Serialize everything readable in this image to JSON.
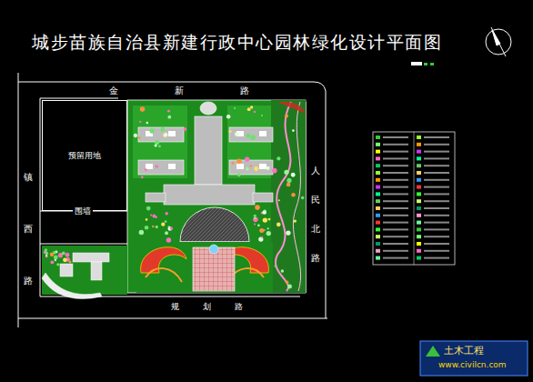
{
  "diagram": {
    "title": "城步苗族自治县新建行政中心园林绿化设计平面图",
    "nodes": [
      {
        "text": [
          "预留用地"
        ]
      }
    ],
    "labels": [
      "金新路",
      "镇西路",
      "人民北路",
      "围墙",
      "规划路",
      "土木工程",
      "www.civilcn.com"
    ]
  }
}
